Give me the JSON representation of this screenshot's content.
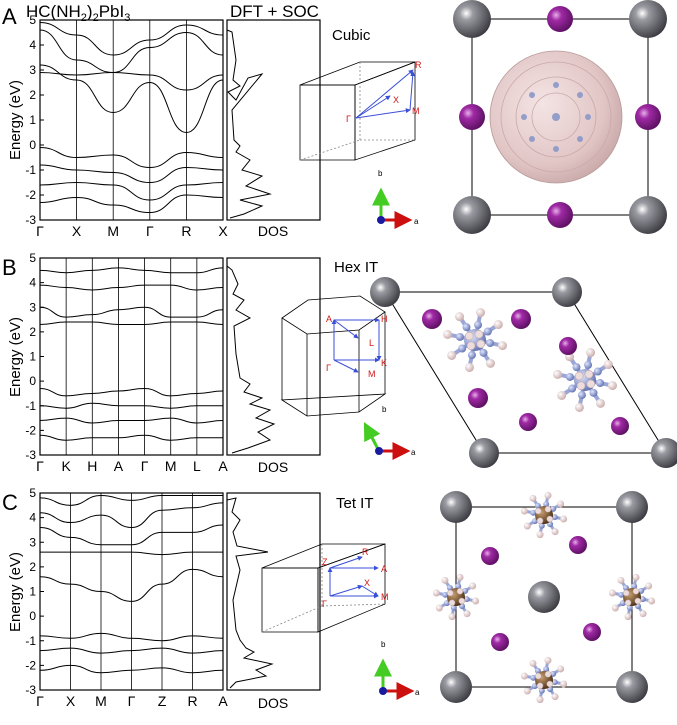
{
  "header": {
    "formula_main": "HC(NH",
    "formula_sub1": "2",
    "formula_mid": ")",
    "formula_sub2": "2",
    "formula_pb": "PbI",
    "formula_sub3": "3",
    "method": "DFT + SOC"
  },
  "common": {
    "ylabel": "Energy (eV)",
    "dos_label": "DOS",
    "yticks": [
      "5",
      "4",
      "3",
      "2",
      "1",
      "0",
      "-1",
      "-2",
      "-3"
    ],
    "axis_a": "a",
    "axis_b": "b"
  },
  "panels": [
    {
      "letter": "A",
      "phase": "Cubic",
      "kpath": [
        "Γ",
        "X",
        "M",
        "Γ",
        "R",
        "X"
      ],
      "bz_labels": [
        "R",
        "X",
        "M",
        "Γ"
      ]
    },
    {
      "letter": "B",
      "phase": "Hex IT",
      "kpath": [
        "Γ",
        "K",
        "H",
        "A",
        "Γ",
        "M",
        "L",
        "A"
      ],
      "bz_labels": [
        "A",
        "H",
        "L",
        "Γ",
        "M",
        "K"
      ]
    },
    {
      "letter": "C",
      "phase": "Tet IT",
      "kpath": [
        "Γ",
        "X",
        "M",
        "Γ",
        "Z",
        "R",
        "A"
      ],
      "bz_labels": [
        "Z",
        "R",
        "A",
        "X",
        "M",
        "Γ"
      ]
    }
  ],
  "chart_data": [
    {
      "type": "line",
      "title": "Cubic",
      "ylabel": "Energy (eV)",
      "ylim": [
        -3,
        5
      ],
      "x_ticks": [
        "Γ",
        "X",
        "M",
        "Γ",
        "R",
        "X"
      ],
      "series": [
        {
          "values": [
            4.9,
            4.4,
            3.6,
            4.2,
            4.8,
            4.4
          ]
        },
        {
          "values": [
            4.6,
            3.4,
            2.9,
            3.9,
            4.5,
            3.6
          ]
        },
        {
          "values": [
            3.2,
            2.6,
            1.3,
            2.5,
            0.5,
            2.6
          ]
        },
        {
          "values": [
            2.9,
            2.8,
            2.9,
            2.8,
            2.2,
            2.8
          ]
        },
        {
          "values": [
            -0.1,
            -0.5,
            -0.4,
            -0.9,
            -0.3,
            -0.5
          ]
        },
        {
          "values": [
            -0.8,
            -1.0,
            -1.1,
            -1.5,
            -0.9,
            -1.0
          ]
        },
        {
          "values": [
            -1.6,
            -1.5,
            -1.6,
            -2.2,
            -1.6,
            -1.5
          ]
        },
        {
          "values": [
            -2.3,
            -2.1,
            -2.4,
            -2.7,
            -2.0,
            -2.1
          ]
        }
      ]
    },
    {
      "type": "line",
      "title": "Hex IT",
      "ylabel": "Energy (eV)",
      "ylim": [
        -3,
        5
      ],
      "x_ticks": [
        "Γ",
        "K",
        "H",
        "A",
        "Γ",
        "M",
        "L",
        "A"
      ],
      "series": [
        {
          "values": [
            4.5,
            4.4,
            4.5,
            4.6,
            4.5,
            4.4,
            4.4,
            4.6
          ]
        },
        {
          "values": [
            3.9,
            3.8,
            3.7,
            3.8,
            3.9,
            3.9,
            3.7,
            3.8
          ]
        },
        {
          "values": [
            3.0,
            2.6,
            2.7,
            2.9,
            3.0,
            2.6,
            2.6,
            2.9
          ]
        },
        {
          "values": [
            2.3,
            2.4,
            2.4,
            2.3,
            2.3,
            2.4,
            2.4,
            2.3
          ]
        },
        {
          "values": [
            -0.3,
            -0.6,
            -0.5,
            -0.4,
            -0.3,
            -0.6,
            -0.5,
            -0.4
          ]
        },
        {
          "values": [
            -1.0,
            -1.1,
            -0.9,
            -1.0,
            -1.0,
            -1.1,
            -1.0,
            -1.0
          ]
        },
        {
          "values": [
            -1.6,
            -1.5,
            -1.7,
            -1.6,
            -1.6,
            -1.5,
            -1.7,
            -1.6
          ]
        },
        {
          "values": [
            -2.2,
            -2.4,
            -2.3,
            -2.3,
            -2.2,
            -2.4,
            -2.3,
            -2.3
          ]
        }
      ]
    },
    {
      "type": "line",
      "title": "Tet IT",
      "ylabel": "Energy (eV)",
      "ylim": [
        -3,
        5
      ],
      "x_ticks": [
        "Γ",
        "X",
        "M",
        "Γ",
        "Z",
        "R",
        "A"
      ],
      "series": [
        {
          "values": [
            4.8,
            4.5,
            4.9,
            4.7,
            4.9,
            4.9,
            4.9
          ]
        },
        {
          "values": [
            4.2,
            3.8,
            4.1,
            3.6,
            4.3,
            4.4,
            4.6
          ]
        },
        {
          "values": [
            3.6,
            3.2,
            2.9,
            2.9,
            3.4,
            3.4,
            3.7
          ]
        },
        {
          "values": [
            2.6,
            2.6,
            2.6,
            2.6,
            2.5,
            2.6,
            2.6
          ]
        },
        {
          "values": [
            1.6,
            1.3,
            1.0,
            0.6,
            1.3,
            1.9,
            1.6
          ]
        },
        {
          "values": [
            -0.8,
            -0.9,
            -0.7,
            -0.9,
            -1.0,
            -0.8,
            -0.9
          ]
        },
        {
          "values": [
            -1.4,
            -1.3,
            -1.5,
            -1.4,
            -1.3,
            -1.5,
            -1.4
          ]
        },
        {
          "values": [
            -2.2,
            -2.0,
            -2.3,
            -2.2,
            -2.1,
            -2.3,
            -2.2
          ]
        }
      ]
    }
  ],
  "colors": {
    "band": "#000000",
    "bz_arrow": "#3a4fd8",
    "bz_label": "#d01818",
    "pb": "#4a4a50",
    "iodine": "#7a1f7f",
    "nitrogen": "#8090c8",
    "hydrogen": "#e8d0d0",
    "carbon": "#6b4a2a",
    "axis_a": "#cc1010",
    "axis_b": "#44cc22"
  }
}
